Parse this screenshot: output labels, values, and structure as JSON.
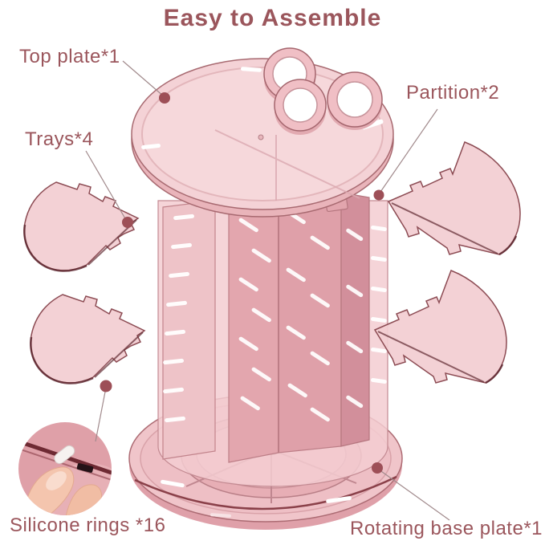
{
  "title": "Easy to Assemble",
  "labels": {
    "top_plate": "Top plate*1",
    "partition": "Partition*2",
    "trays": "Trays*4",
    "silicone_rings": "Silicone rings *16",
    "rotating_base": "Rotating base plate*1"
  },
  "parts_counts": {
    "top_plate": 1,
    "partition": 2,
    "trays": 4,
    "silicone_rings": 16,
    "rotating_base_plate": 1
  },
  "colors": {
    "label_text": "#9b565c",
    "plastic_light": "#f4d2d6",
    "plastic_mid": "#eec0c6",
    "plastic_panel": "#e3a6ae",
    "plastic_dark": "#d8949e",
    "edge_dark": "#5f2931",
    "edge_maroon": "#8c4b53",
    "marker_dot": "#9d4f57",
    "leader_line": "#a18a8c",
    "skin": "#f4c5ae",
    "background": "#ffffff"
  }
}
